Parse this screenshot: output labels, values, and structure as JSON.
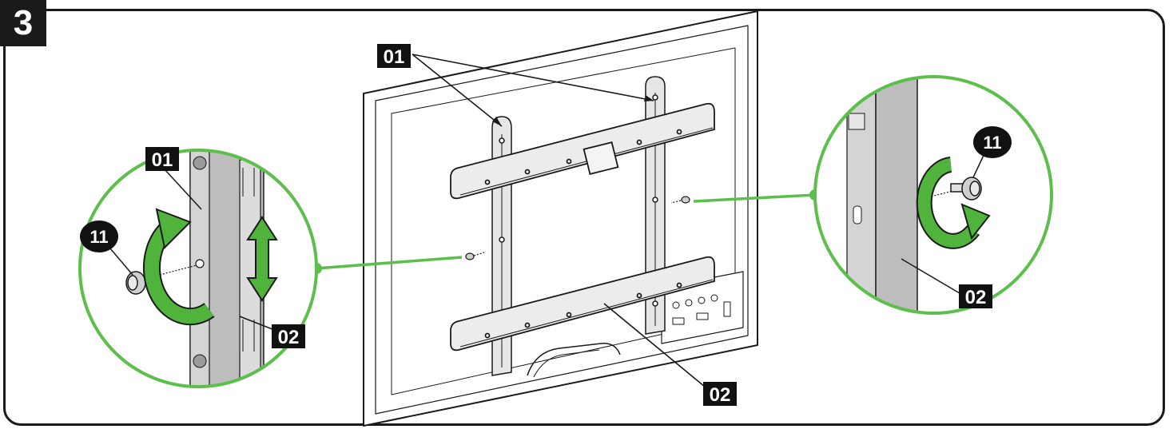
{
  "step": {
    "number": "3"
  },
  "callouts": {
    "bracket_top": "01",
    "bracket_bottom": "02",
    "left_detail_bracket": "01",
    "left_detail_rail": "02",
    "left_detail_knob": "11",
    "right_detail_knob": "11",
    "right_detail_rail": "02"
  },
  "colors": {
    "accent_green": "#5cbf4c",
    "arrow_green": "#4fb33c",
    "outline": "#1a1a1a",
    "label_bg": "#111111"
  },
  "icons": [
    "rotate-arrow-icon",
    "up-down-arrow-icon",
    "knob-screw-icon"
  ]
}
